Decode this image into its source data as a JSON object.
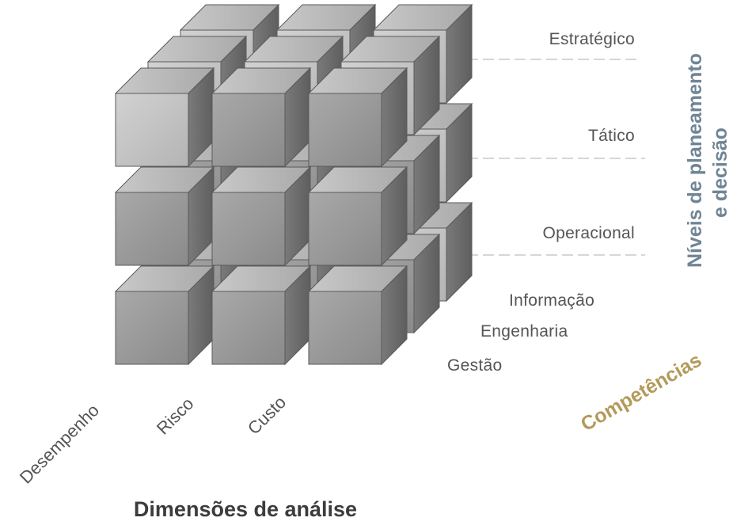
{
  "levels_axis": {
    "title_line1": "Níveis de planeamento",
    "title_line2": "e decisão",
    "labels": [
      "Estratégico",
      "Tático",
      "Operacional"
    ]
  },
  "competencies_axis": {
    "title": "Competências",
    "labels": [
      "Informação",
      "Engenharia",
      "Gestão"
    ]
  },
  "dimensions_axis": {
    "title": "Dimensões de análise",
    "labels": [
      "Desempenho",
      "Risco",
      "Custo"
    ]
  },
  "colors": {
    "cube_front_dark": "#8f8f8f",
    "cube_front_light": "#c4c4c4",
    "cube_top": "#b8b8b8",
    "cube_side": "#6e6e6e",
    "levels_title": "#6f8595",
    "competencies_title": "#b39a5a",
    "dimensions_title": "#3c3c3c"
  }
}
